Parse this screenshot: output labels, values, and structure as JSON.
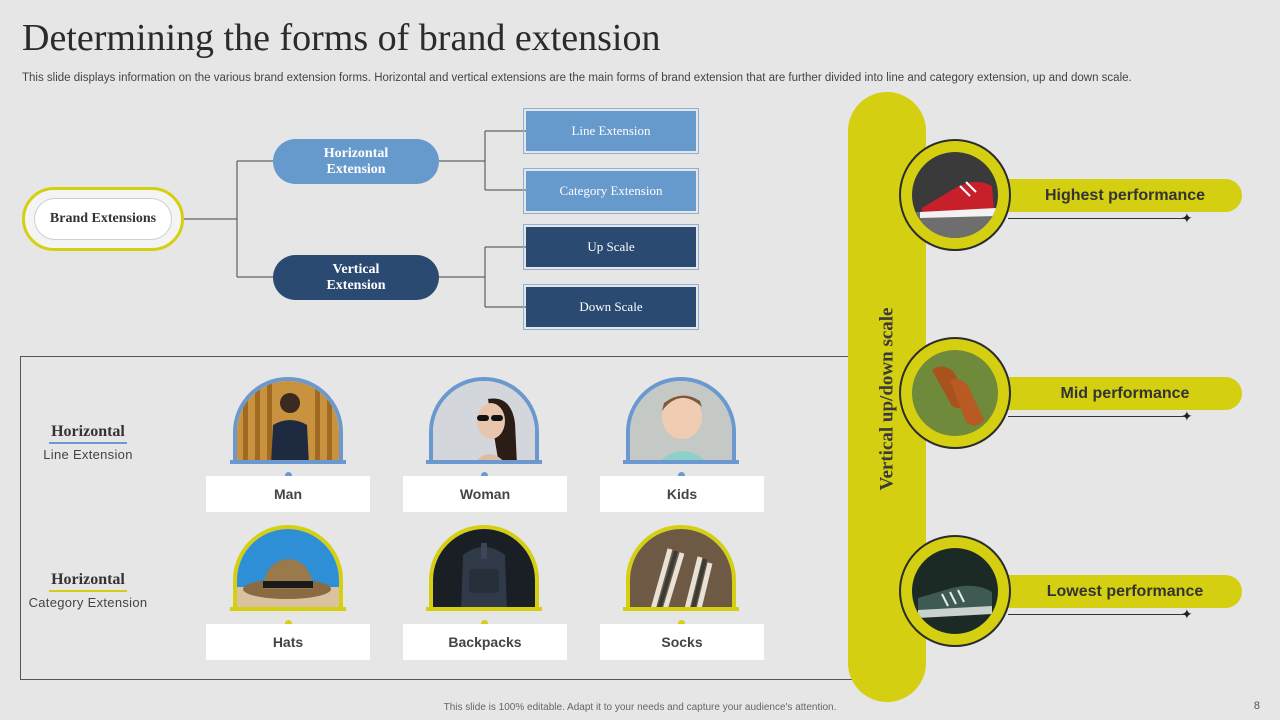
{
  "header": {
    "title": "Determining the forms of brand extension",
    "subtitle": "This slide displays information on the various brand extension forms. Horizontal and vertical extensions are the main forms of brand extension that are further divided into line and category extension, up and down scale."
  },
  "tree": {
    "root": "Brand Extensions",
    "horizontal": "Horizontal Extension",
    "vertical": "Vertical Extension",
    "leaves": [
      "Line Extension",
      "Category Extension",
      "Up Scale",
      "Down Scale"
    ]
  },
  "horizontal_rows": [
    {
      "title": "Horizontal",
      "subtitle": "Line Extension",
      "items": [
        "Man",
        "Woman",
        "Kids"
      ]
    },
    {
      "title": "Horizontal",
      "subtitle": "Category Extension",
      "items": [
        "Hats",
        "Backpacks",
        "Socks"
      ]
    }
  ],
  "vertical_scale": {
    "label": "Vertical up/down scale",
    "levels": [
      "Highest performance",
      "Mid performance",
      "Lowest performance"
    ]
  },
  "colors": {
    "accent_yellow": "#d4cf10",
    "light_blue": "#6699cc",
    "navy": "#2a4a72"
  },
  "footer": {
    "note": "This slide is 100% editable.  Adapt it to your needs and capture your audience's attention.",
    "page": "8"
  }
}
